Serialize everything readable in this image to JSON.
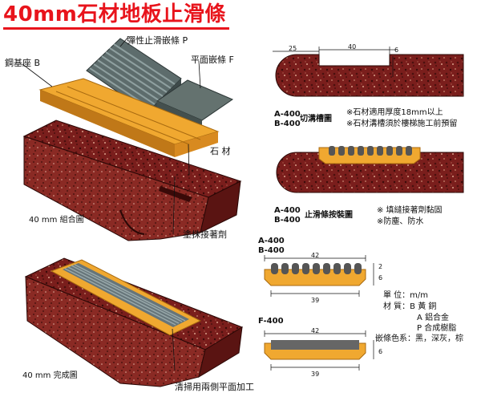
{
  "title": "40mm石材地板止滑條",
  "exploded_view": {
    "insert_p": "彈性止滑嵌條 P",
    "base_b": "鋼基座 B",
    "flat_insert_f": "平面嵌條 F",
    "stone": "石 材",
    "adhesive": "塗抹接著劑",
    "caption": "40 mm 組合圖"
  },
  "finished_view": {
    "caption": "40 mm 完成圖",
    "note": "清掃用兩側平面加工"
  },
  "groove_drawing": {
    "dim_left": "25",
    "dim_mid": "40",
    "dim_right": "6",
    "model_a": "A-400",
    "model_b": "B-400",
    "name": "切溝槽圖",
    "note1": "※石材適用厚度18mm以上",
    "note2": "※石材溝槽須於樓梯施工前預留"
  },
  "install_drawing": {
    "model_a": "A-400",
    "model_b": "B-400",
    "name": "止滑條按裝圖",
    "note1": "※ 填縫接著劑黏固",
    "note2": "※防塵、防水"
  },
  "profile_ab": {
    "model_a": "A-400",
    "model_b": "B-400",
    "dim_top": "42",
    "dim_bottom": "39",
    "dim_r1": "2",
    "dim_r2": "6"
  },
  "profile_f": {
    "model": "F-400",
    "dim_top": "42",
    "dim_bottom": "39",
    "dim_r": "6"
  },
  "specs": {
    "unit": "單  位：m/m",
    "material": "材  質：B 黃  銅",
    "material_a": "A 鋁合金",
    "material_p": "P 合成樹脂",
    "colors": "嵌條色系：黑，深灰，棕"
  }
}
